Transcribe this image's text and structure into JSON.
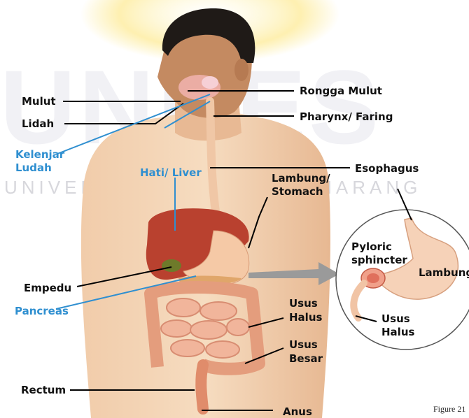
{
  "watermark": {
    "logo_text": "UNNES",
    "university": "UNIVERSITAS NEGERI SEMARANG"
  },
  "labels": {
    "mulut": "Mulut",
    "lidah": "Lidah",
    "kelenjar_ludah_1": "Kelenjar",
    "kelenjar_ludah_2": "Ludah",
    "rongga_mulut": "Rongga Mulut",
    "pharynx": "Pharynx/ Faring",
    "esophagus": "Esophagus",
    "hati": "Hati/ Liver",
    "lambung_1": "Lambung/",
    "lambung_2": "Stomach",
    "pyloric_1": "Pyloric",
    "pyloric_2": "sphincter",
    "lambung_zoom": "Lambung",
    "empedu": "Empedu",
    "pancreas": "Pancreas",
    "usus_halus_1": "Usus",
    "usus_halus_2": "Halus",
    "usus_halus_zoom_1": "Usus",
    "usus_halus_zoom_2": "Halus",
    "usus_besar_1": "Usus",
    "usus_besar_2": "Besar",
    "rectum": "Rectum",
    "anus": "Anus"
  },
  "caption": "Figure 21",
  "colors": {
    "label_black": "#111111",
    "label_blue": "#2f8fd0",
    "skin": "#e9b98f",
    "liver": "#b9412f",
    "intestine": "#e49d7d",
    "pointer_arrow": "#9a9a9a"
  }
}
